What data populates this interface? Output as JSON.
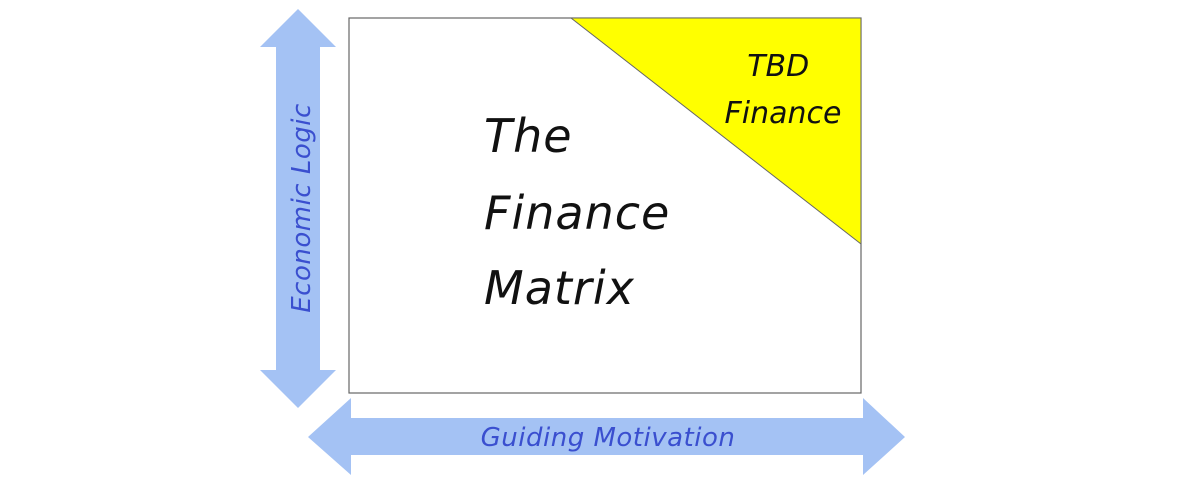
{
  "diagram": {
    "title_lines": [
      "The",
      "Finance",
      "Matrix"
    ],
    "corner_label_lines": [
      "TBD",
      "Finance"
    ],
    "y_axis_label": "Economic Logic",
    "x_axis_label": "Guiding Motivation"
  },
  "colors": {
    "arrow_fill": "#a4c2f4",
    "axis_text": "#3a4fcf",
    "highlight_fill": "#ffff00",
    "frame_stroke": "#666666",
    "main_text": "#111111"
  }
}
